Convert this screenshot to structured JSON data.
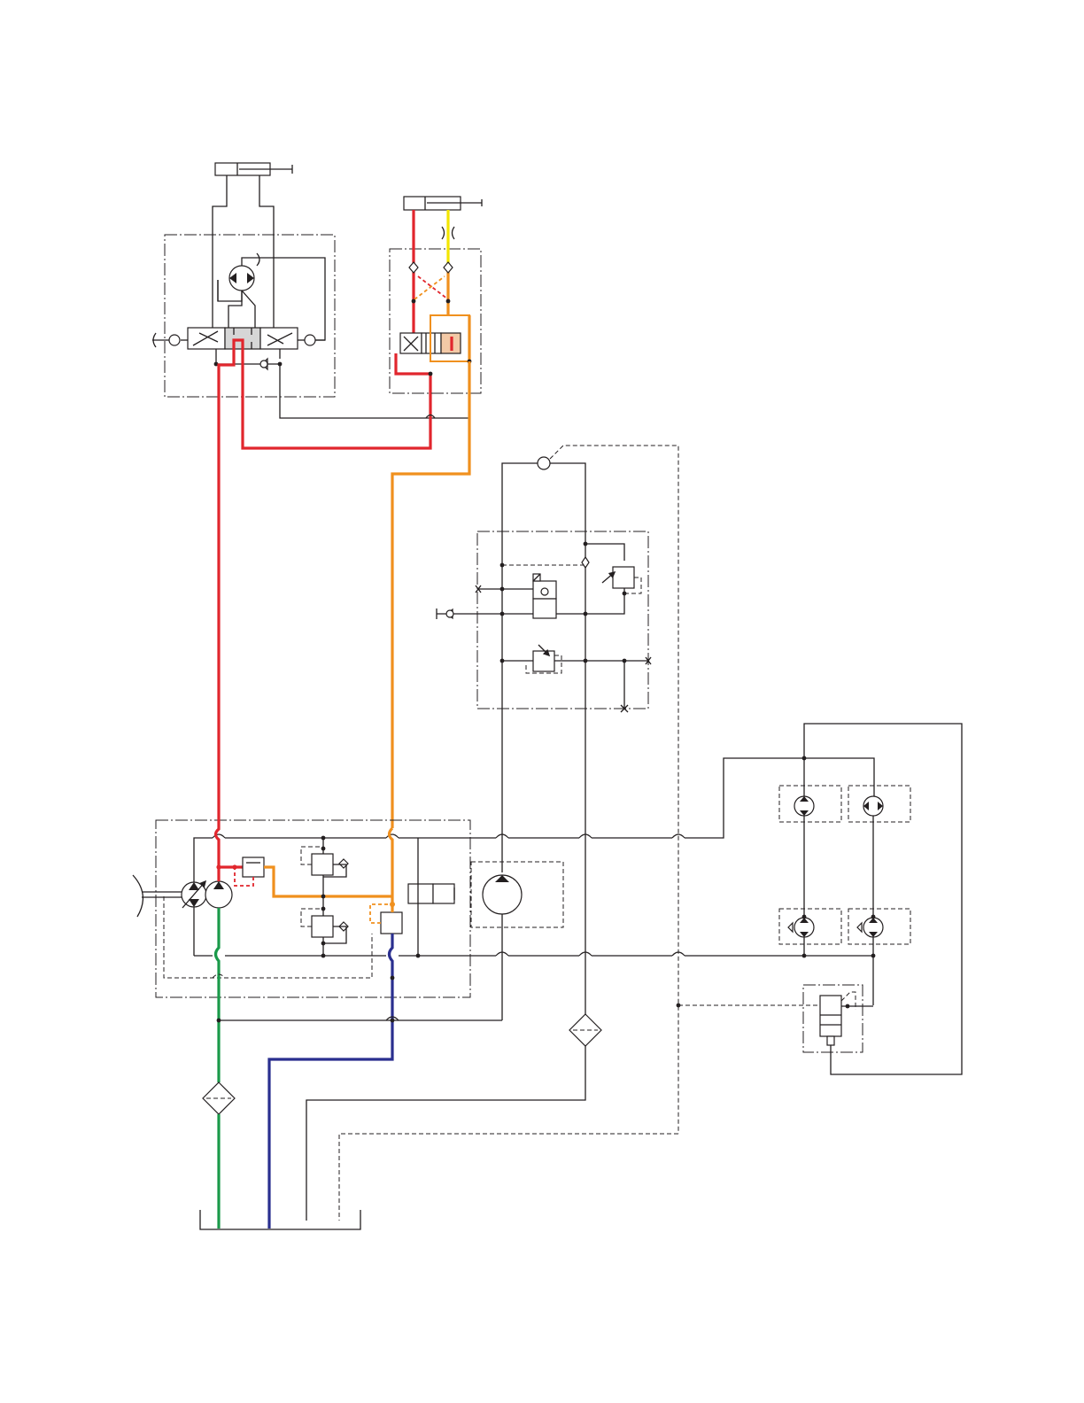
{
  "diagram": {
    "type": "hydraulic-schematic",
    "colors": {
      "pressure": "#e1262d",
      "pilot_return": "#f0901e",
      "suction": "#1a9a4a",
      "return": "#2a2f8f",
      "signal": "#f3e600",
      "line": "#231f20"
    },
    "components": [
      "lift-cylinder",
      "tilt-cylinder",
      "steering-control-valve",
      "steering-motor",
      "pilot-valve-block",
      "main-pump-group",
      "charge-pump",
      "implement-pump",
      "brake-valve-block",
      "wheel-motors",
      "parking-brake-cylinder",
      "suction-filter",
      "return-filter",
      "tank"
    ]
  }
}
